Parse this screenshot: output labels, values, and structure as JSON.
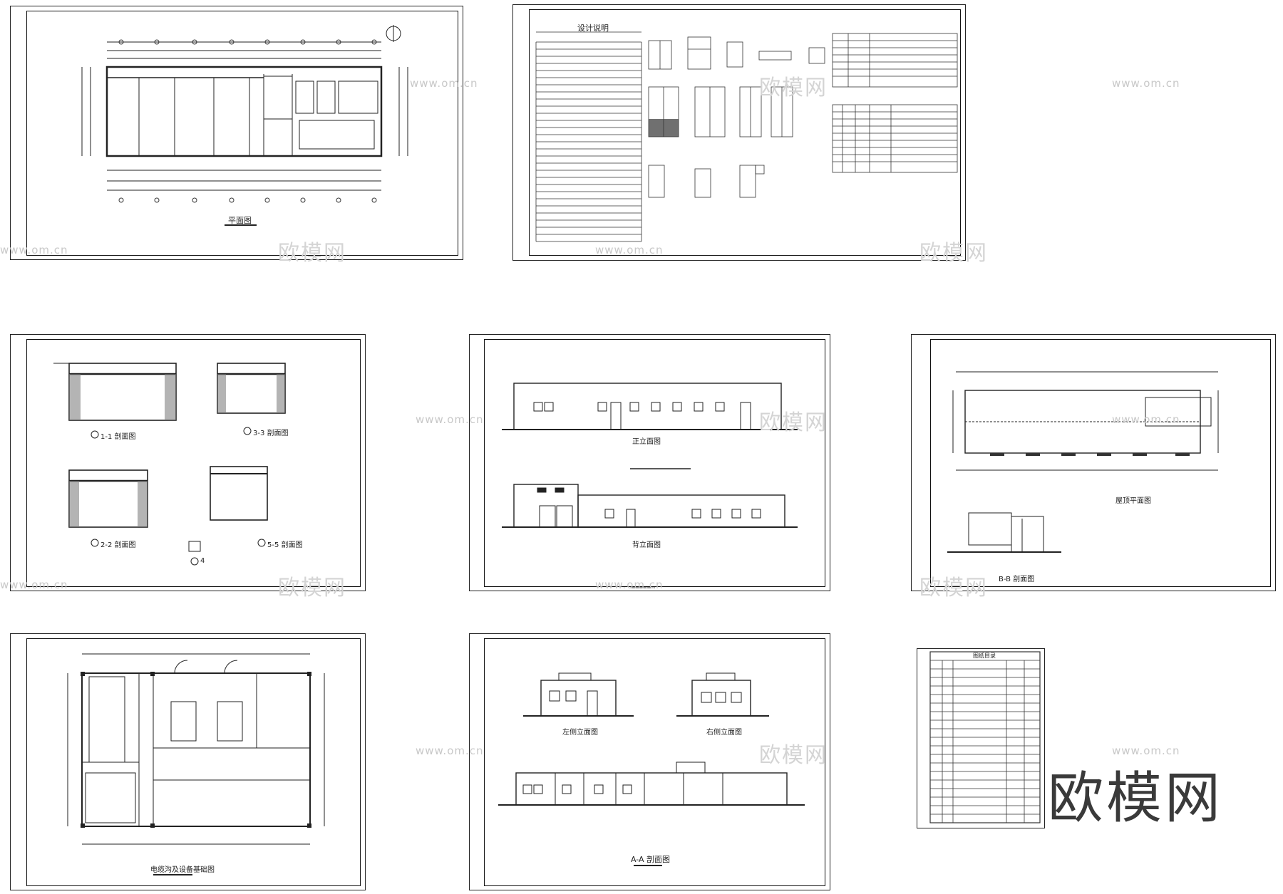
{
  "watermark": {
    "logo_text": "欧模网",
    "url_text": "www.om.cn"
  },
  "brand_logo": "欧模网",
  "sheets": {
    "floor_plan": {
      "title": "平面图"
    },
    "design_notes": {
      "title": "设计说明"
    },
    "sections": {
      "label_1": "1-1 剖面图",
      "label_2": "2-2 剖面图",
      "label_3": "3-3 剖面图",
      "label_4": "4",
      "label_5": "5-5 剖面图"
    },
    "elevations": {
      "front": "正立面图",
      "back": "背立面图"
    },
    "roof_plan": {
      "roof": "屋顶平面图",
      "section_bb": "B-B 剖面图"
    },
    "equipment_plan": {
      "title": "电缆沟及设备基础图"
    },
    "side_elevations": {
      "left": "左侧立面图",
      "right": "右侧立面图",
      "section_aa": "A-A 剖面图"
    },
    "drawing_index": {
      "title": "图纸目录"
    }
  }
}
